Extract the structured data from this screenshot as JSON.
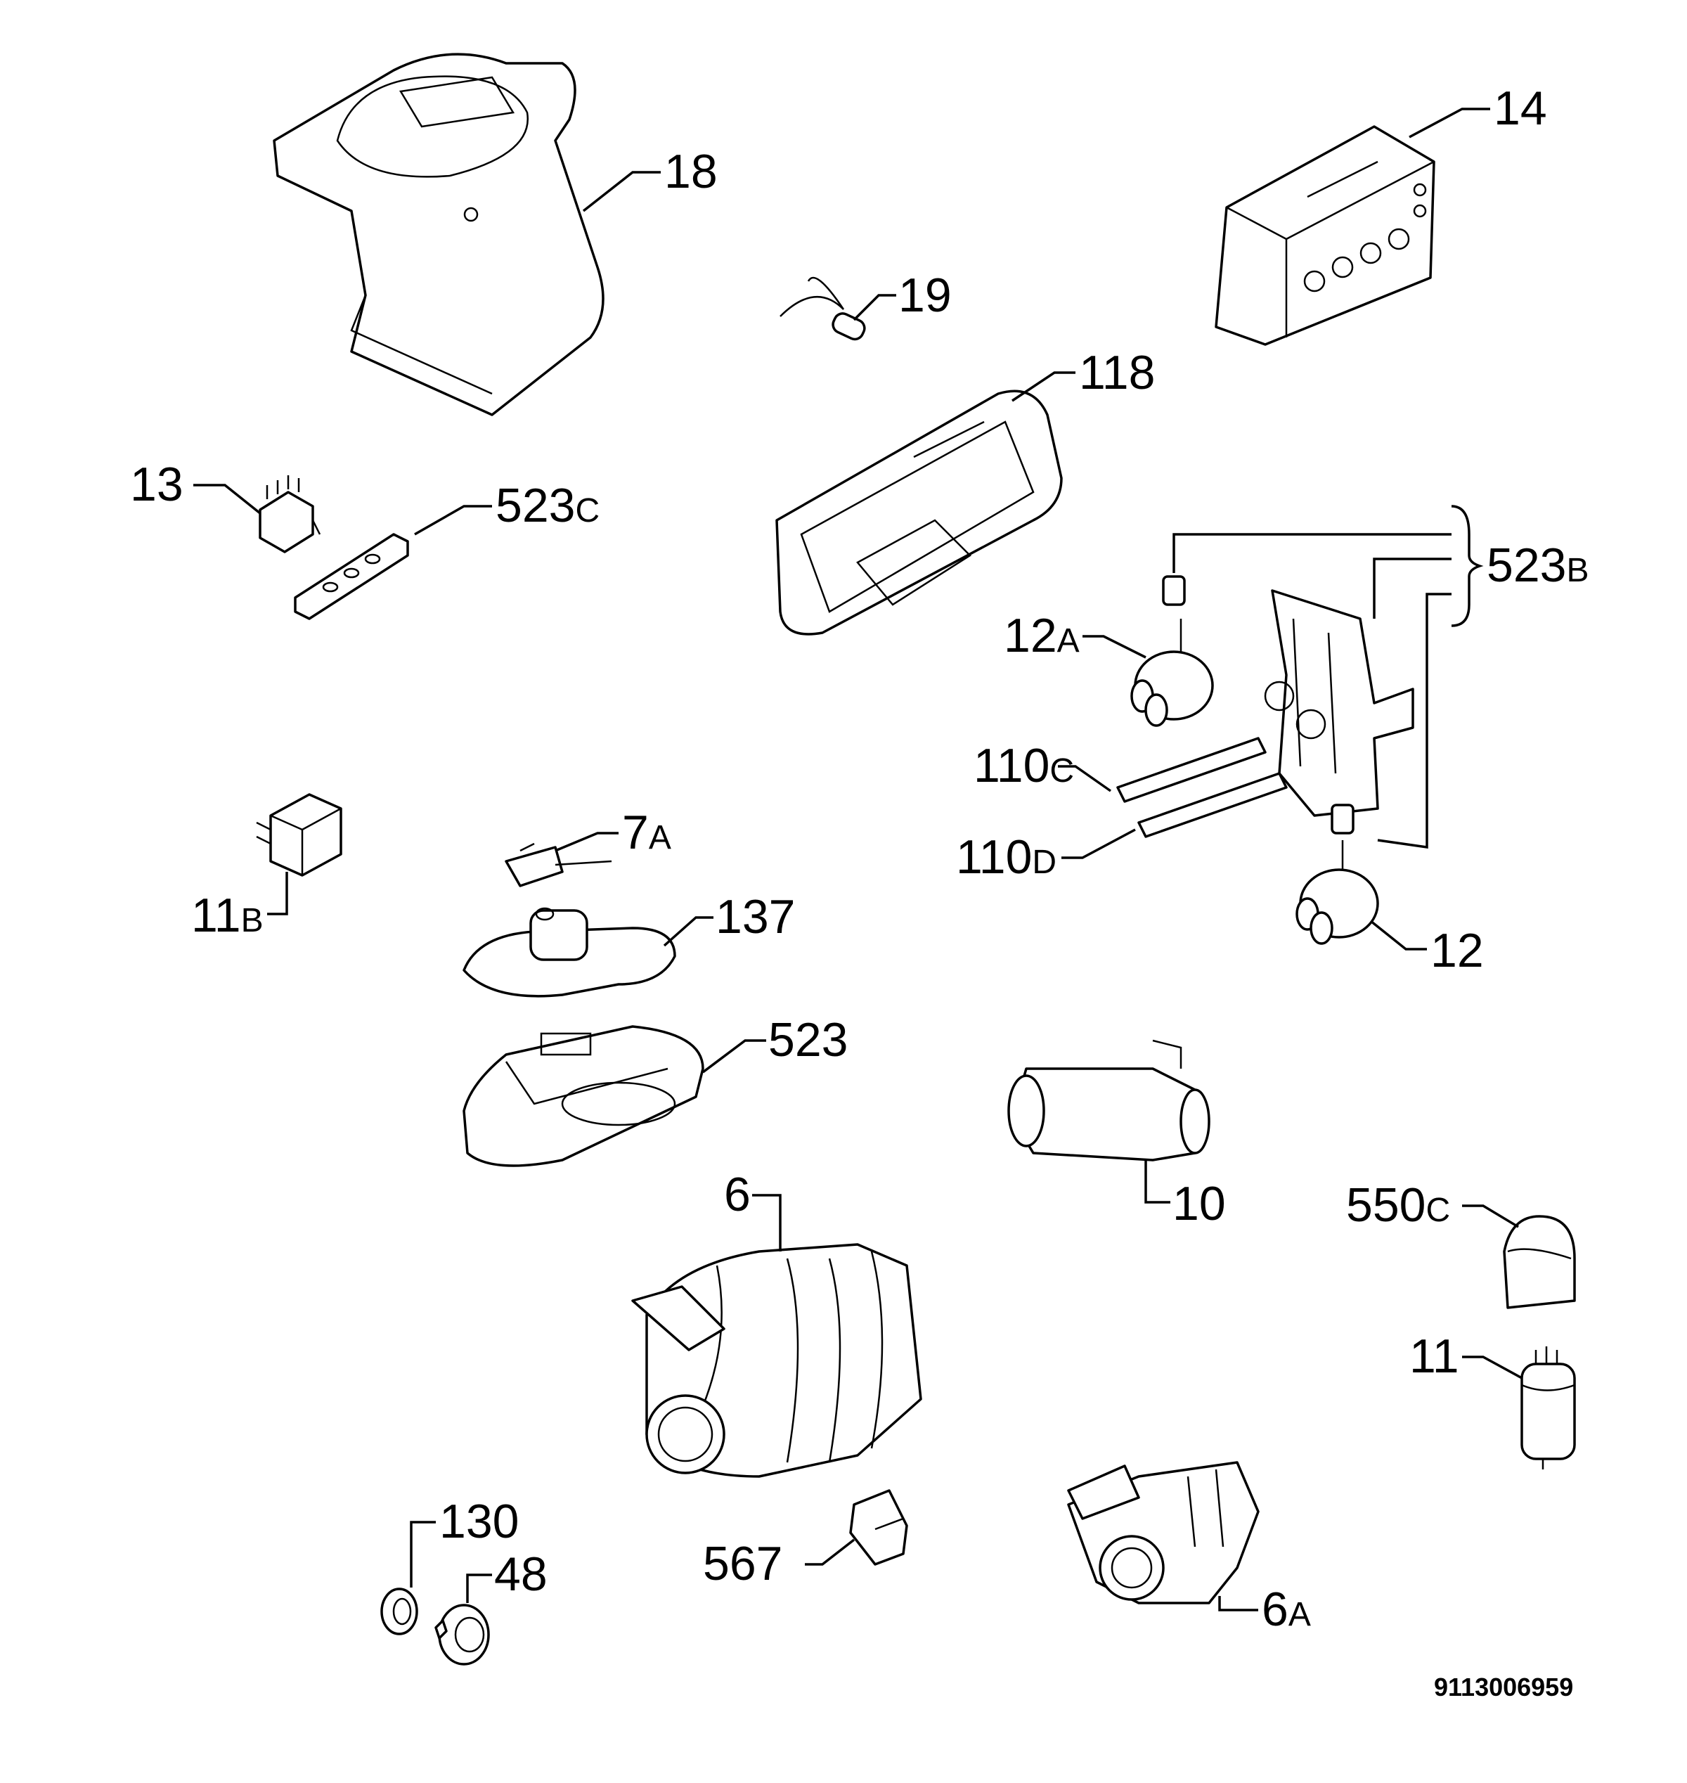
{
  "labels": {
    "l18": {
      "num": "18",
      "suf": ""
    },
    "l14": {
      "num": "14",
      "suf": ""
    },
    "l19": {
      "num": "19",
      "suf": ""
    },
    "l118": {
      "num": "118",
      "suf": ""
    },
    "l13": {
      "num": "13",
      "suf": ""
    },
    "l523c": {
      "num": "523",
      "suf": "C"
    },
    "l523b": {
      "num": "523",
      "suf": "B"
    },
    "l12a": {
      "num": "12",
      "suf": "A"
    },
    "l110c": {
      "num": "110",
      "suf": "C"
    },
    "l110d": {
      "num": "110",
      "suf": "D"
    },
    "l7a": {
      "num": "7",
      "suf": "A"
    },
    "l11b": {
      "num": "11",
      "suf": "B"
    },
    "l137": {
      "num": "137",
      "suf": ""
    },
    "l12": {
      "num": "12",
      "suf": ""
    },
    "l523": {
      "num": "523",
      "suf": ""
    },
    "l10": {
      "num": "10",
      "suf": ""
    },
    "l6": {
      "num": "6",
      "suf": ""
    },
    "l550c": {
      "num": "550",
      "suf": "C"
    },
    "l11": {
      "num": "11",
      "suf": ""
    },
    "l130": {
      "num": "130",
      "suf": ""
    },
    "l48": {
      "num": "48",
      "suf": ""
    },
    "l567": {
      "num": "567",
      "suf": ""
    },
    "l6a": {
      "num": "6",
      "suf": "A"
    }
  },
  "drawing_code": "9113006959"
}
